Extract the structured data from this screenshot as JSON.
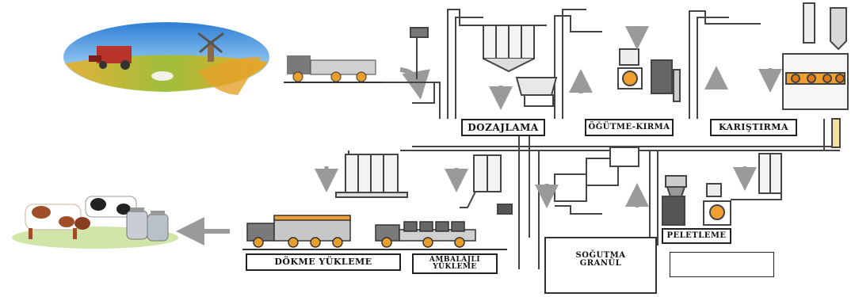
{
  "labels": {
    "dozajlama": "DOZAJLAMA",
    "ogutme_kirma": "ÖĞÜTME-KIRMA",
    "karistirma": "KARIŞTIRMA",
    "peletleme": "PELETLEME",
    "sogutma_line1": "SOĞUTMA",
    "sogutma_line2": "GRANÜL",
    "dokme_yukleme": "DÖKME YÜKLEME",
    "ambalajli_line1": "AMBALAJLI",
    "ambalajli_line2": "YÜKLEME",
    "blank_box": ""
  },
  "colors": {
    "line": "#4a4a4a",
    "arrow": "#9a9a9a",
    "wheel": "#e8a02a",
    "truck_cab": "#7a7a7a",
    "truck_body": "#c8c8c8",
    "orange": "#f0a030"
  }
}
